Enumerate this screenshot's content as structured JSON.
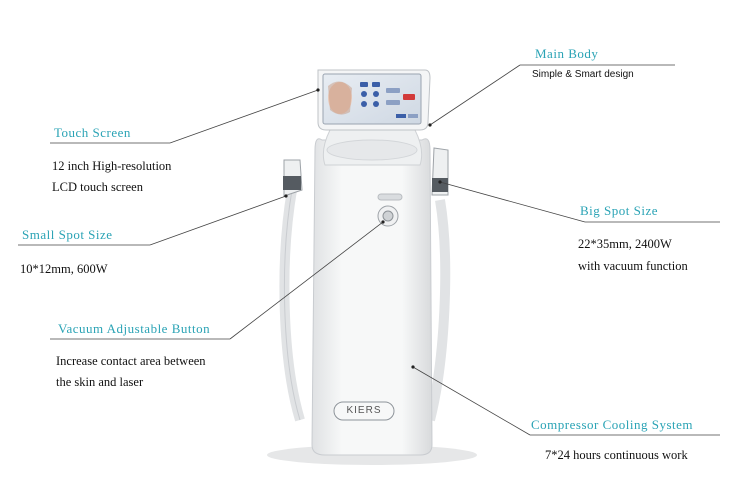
{
  "callouts": {
    "main_body": {
      "title": "Main Body",
      "desc": "Simple & Smart design"
    },
    "touch_screen": {
      "title": "Touch Screen",
      "desc_line1": "12 inch High-resolution",
      "desc_line2": "LCD touch screen"
    },
    "small_spot": {
      "title": "Small Spot Size",
      "desc": "10*12mm, 600W"
    },
    "big_spot": {
      "title": "Big Spot Size",
      "desc_line1": "22*35mm, 2400W",
      "desc_line2": "with vacuum function"
    },
    "vacuum_button": {
      "title": "Vacuum Adjustable Button",
      "desc_line1": "Increase contact area between",
      "desc_line2": "the skin and laser"
    },
    "compressor": {
      "title": "Compressor Cooling System",
      "desc": "7*24 hours continuous work"
    }
  },
  "device": {
    "brand": "KIERS"
  },
  "colors": {
    "accent": "#2aa3b5",
    "body": "#f2f3f4",
    "outline": "#c9ccd0"
  }
}
